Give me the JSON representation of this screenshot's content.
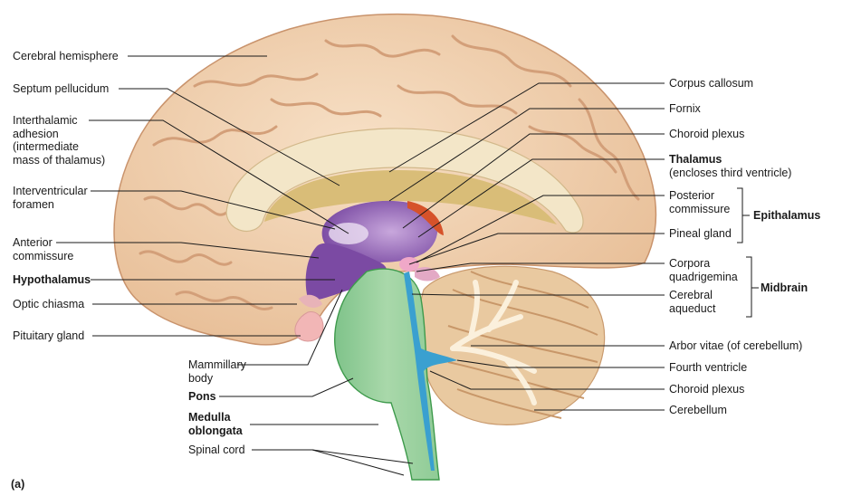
{
  "panel_label": "(a)",
  "labels_left": [
    {
      "id": "cerebral-hemisphere",
      "lines": [
        "Cerebral hemisphere"
      ],
      "bold": false
    },
    {
      "id": "septum-pellucidum",
      "lines": [
        "Septum pellucidum"
      ],
      "bold": false
    },
    {
      "id": "interthalamic-adhesion",
      "lines": [
        "Interthalamic",
        "adhesion",
        "(intermediate",
        "mass of thalamus)"
      ],
      "bold": false
    },
    {
      "id": "interventricular-foramen",
      "lines": [
        "Interventricular",
        "foramen"
      ],
      "bold": false
    },
    {
      "id": "anterior-commissure",
      "lines": [
        "Anterior",
        "commissure"
      ],
      "bold": false
    },
    {
      "id": "hypothalamus",
      "lines": [
        "Hypothalamus"
      ],
      "bold": true
    },
    {
      "id": "optic-chiasma",
      "lines": [
        "Optic chiasma"
      ],
      "bold": false
    },
    {
      "id": "pituitary-gland",
      "lines": [
        "Pituitary gland"
      ],
      "bold": false
    },
    {
      "id": "mammillary-body",
      "lines": [
        "Mammillary",
        "body"
      ],
      "bold": false
    },
    {
      "id": "pons",
      "lines": [
        "Pons"
      ],
      "bold": true
    },
    {
      "id": "medulla-oblongata",
      "lines": [
        "Medulla",
        "oblongata"
      ],
      "bold": true
    },
    {
      "id": "spinal-cord",
      "lines": [
        "Spinal cord"
      ],
      "bold": false
    }
  ],
  "labels_right": [
    {
      "id": "corpus-callosum",
      "lines": [
        "Corpus callosum"
      ],
      "bold": false
    },
    {
      "id": "fornix",
      "lines": [
        "Fornix"
      ],
      "bold": false
    },
    {
      "id": "choroid-plexus-upper",
      "lines": [
        "Choroid plexus"
      ],
      "bold": false
    },
    {
      "id": "thalamus",
      "lines": [
        "Thalamus",
        "(encloses third ventricle)"
      ],
      "bold": true,
      "bold_first_only": true
    },
    {
      "id": "posterior-commissure",
      "lines": [
        "Posterior",
        "commissure"
      ],
      "bold": false
    },
    {
      "id": "pineal-gland",
      "lines": [
        "Pineal gland"
      ],
      "bold": false
    },
    {
      "id": "corpora-quadrigemina",
      "lines": [
        "Corpora",
        "quadrigemina"
      ],
      "bold": false
    },
    {
      "id": "cerebral-aqueduct",
      "lines": [
        "Cerebral",
        "aqueduct"
      ],
      "bold": false
    },
    {
      "id": "arbor-vitae",
      "lines": [
        "Arbor vitae (of cerebellum)"
      ],
      "bold": false
    },
    {
      "id": "fourth-ventricle",
      "lines": [
        "Fourth ventricle"
      ],
      "bold": false
    },
    {
      "id": "choroid-plexus-lower",
      "lines": [
        "Choroid plexus"
      ],
      "bold": false
    },
    {
      "id": "cerebellum",
      "lines": [
        "Cerebellum"
      ],
      "bold": false
    }
  ],
  "groups": [
    {
      "id": "epithalamus",
      "label": "Epithalamus"
    },
    {
      "id": "midbrain",
      "label": "Midbrain"
    }
  ],
  "colors": {
    "cortex": "#f3d6b6",
    "cortex_dark": "#e3b48f",
    "corpus_callosum": "#f1e2c0",
    "ventricle": "#dcc27e",
    "thalamus": "#9a6ab8",
    "hypothalamus": "#7b4aa3",
    "brainstem": "#9dcf9e",
    "brainstem_dark": "#4ea55a",
    "aqueduct": "#3aa0d0",
    "cerebellum": "#e9c9a0",
    "arbor": "#fbf0dc",
    "pituitary": "#f2b6b6",
    "pineal": "#f0a8c8",
    "choroid": "#d9532a"
  }
}
